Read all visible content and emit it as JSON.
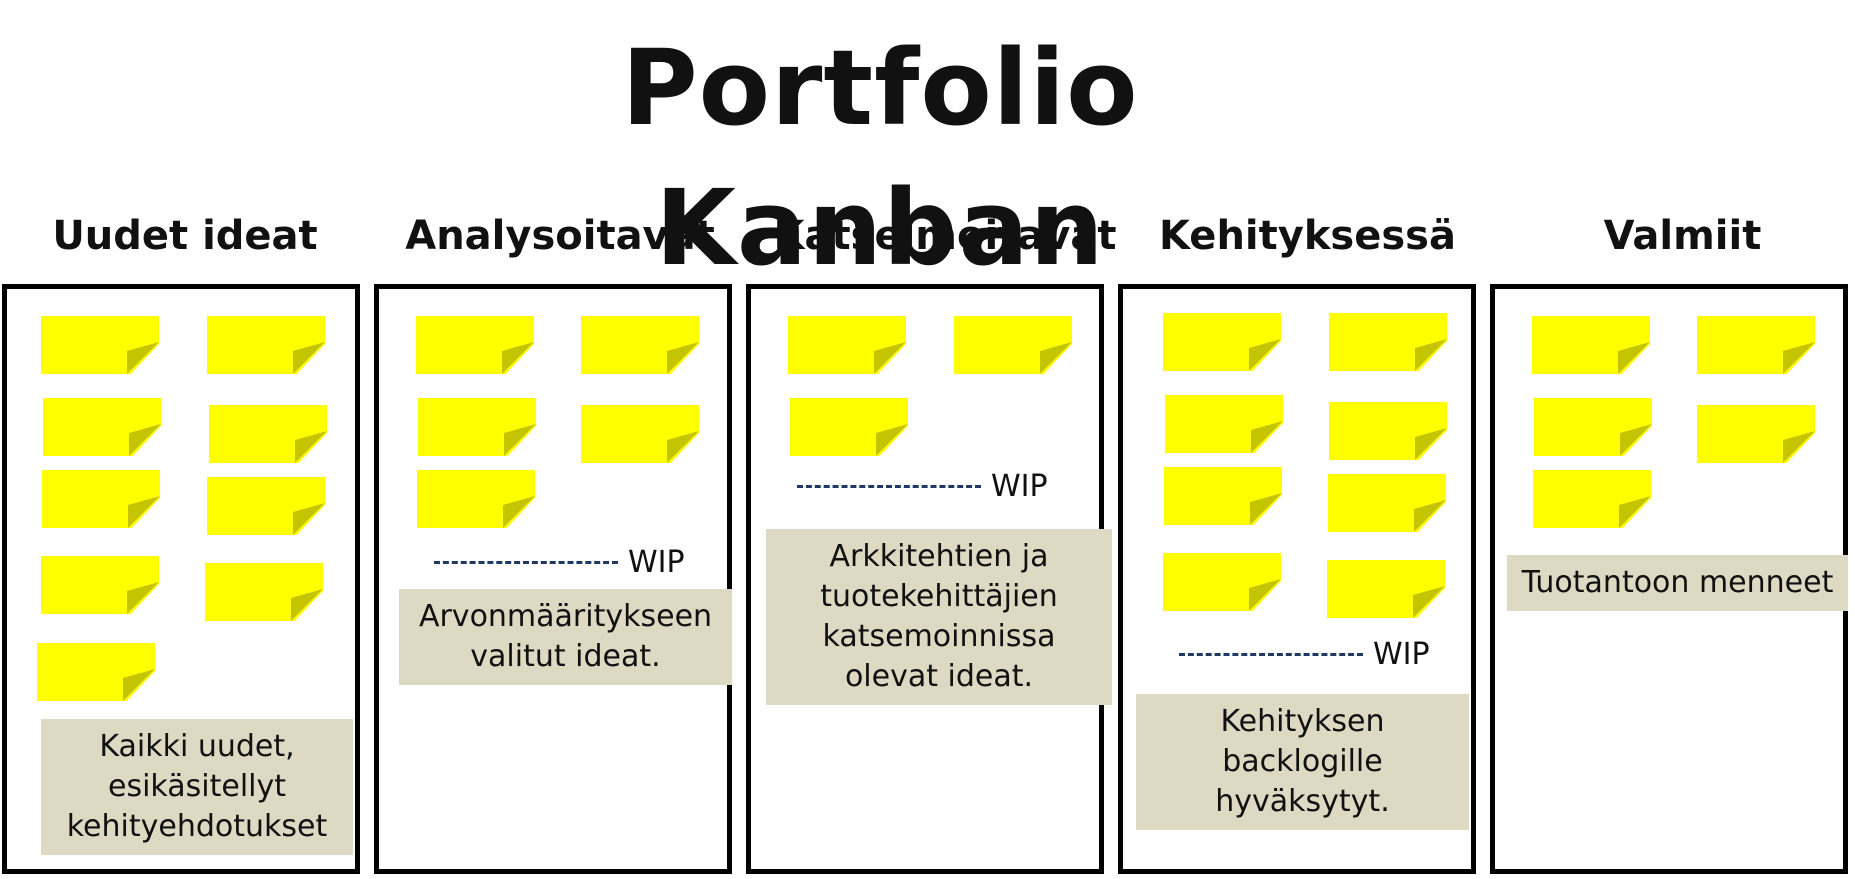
{
  "title": "Portfolio Kanban",
  "colors": {
    "note": "#ffff00",
    "note_fold": "#c4c400",
    "desc_bg": "#ddd9c3",
    "wip_line": "#1f3864",
    "border": "#000000"
  },
  "columns": [
    {
      "header": "Uudet ideat",
      "wip": "",
      "description": "Kaikki uudet,\nesikäsitellyt\nkehityehdotukset",
      "notes": 9
    },
    {
      "header": "Analysoitavat",
      "wip": "WIP",
      "description": "Arvonmääritykseen\nvalitut ideat.",
      "notes": 5
    },
    {
      "header": "Katselmoitavat",
      "wip": "WIP",
      "description": "Arkkitehtien ja\ntuotekehittäjien\nkatsemoinnissa\nolevat ideat.",
      "notes": 3
    },
    {
      "header": "Kehityksessä",
      "wip": "WIP",
      "description": "Kehityksen\nbacklogille\nhyväksytyt.",
      "notes": 8
    },
    {
      "header": "Valmiit",
      "wip": "",
      "description": "Tuotantoon menneet",
      "notes": 5
    }
  ]
}
